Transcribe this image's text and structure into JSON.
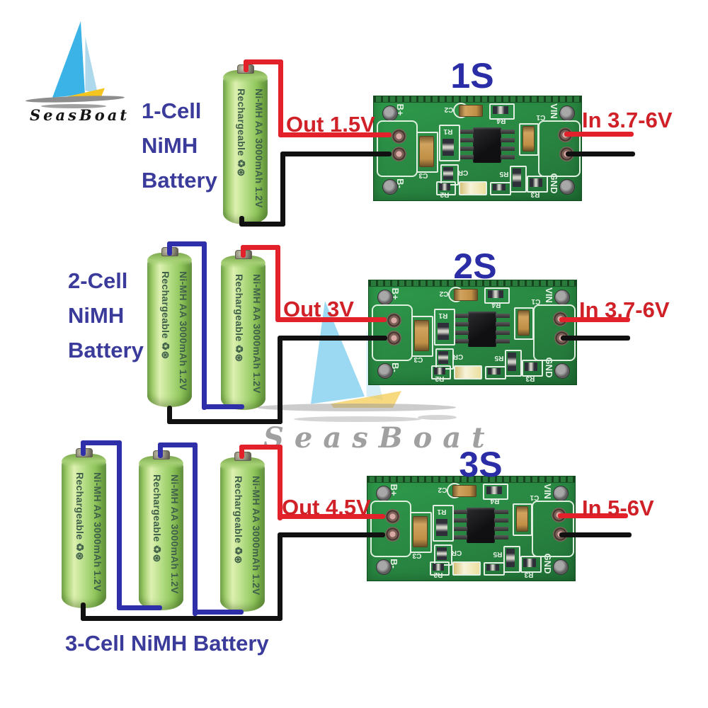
{
  "brand": "SeasBoat",
  "battery_print": {
    "line1": "Ni-MH AA 3000mAh 1.2V",
    "line2": "Rechargeable ♻⊛"
  },
  "sections": [
    {
      "module_title": "1S",
      "label_lines": [
        "1-Cell",
        "NiMH",
        "Battery"
      ],
      "out_label": "Out 1.5V",
      "in_label": "In 3.7-6V",
      "battery_count": 1
    },
    {
      "module_title": "2S",
      "label_lines": [
        "2-Cell",
        "NiMH",
        "Battery"
      ],
      "out_label": "Out 3V",
      "in_label": "In 3.7-6V",
      "battery_count": 2
    },
    {
      "module_title": "3S",
      "label_lines": [
        "3-Cell NiMH Battery"
      ],
      "out_label": "Out 4.5V",
      "in_label": "In 5-6V",
      "battery_count": 3
    }
  ],
  "silk": {
    "b_plus": "B+",
    "b_minus": "B-",
    "vin": "VIN",
    "gnd": "GND",
    "c1": "C1",
    "c2": "C2",
    "c3": "C3",
    "r1": "R1",
    "r2": "R2",
    "r3": "R3",
    "r4": "R4",
    "r5": "R5",
    "cr": "CR"
  },
  "colors": {
    "label_blue": "#3b3b9b",
    "title_blue": "#2a2da5",
    "value_red": "#d02028",
    "wire_red": "#e2212b",
    "wire_black": "#111111",
    "wire_blue": "#2f2fa9",
    "pcb_green": "#2e9c4c",
    "battery_green": "#b4dd85",
    "sail_blue": "#58c0ea",
    "hull_yellow": "#f2c43c"
  }
}
